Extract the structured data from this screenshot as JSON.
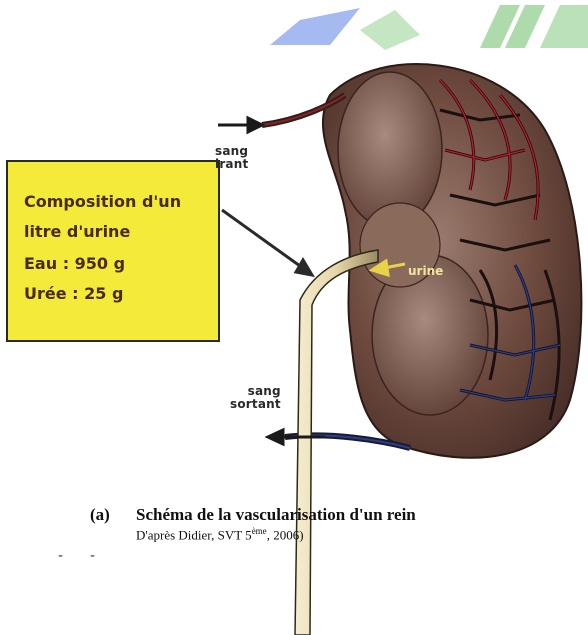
{
  "labels": {
    "sang_entrant": [
      "sang",
      "irant"
    ],
    "sang_sortant": [
      "sang",
      "sortant"
    ],
    "urine": "urine"
  },
  "box": {
    "line1": "Composition d'un",
    "line2": "litre d'urine",
    "line3": "Eau : 950 g",
    "line4": "Urée : 25 g"
  },
  "caption": {
    "label": "(a)",
    "title": "Schéma de la vascularisation d'un rein",
    "source_pre": "D'après Didier, SVT 5",
    "source_sup": "ème",
    "source_post": ", 2006)"
  },
  "colors": {
    "box_fill": "#f4ea3a",
    "kidney": "#6e4a3e",
    "artery": "#c0182a",
    "vein": "#1e3e9a",
    "ureter": "#e8dcb8",
    "logo_blue": "#4a6ee0",
    "logo_green": "#7ec87a"
  }
}
